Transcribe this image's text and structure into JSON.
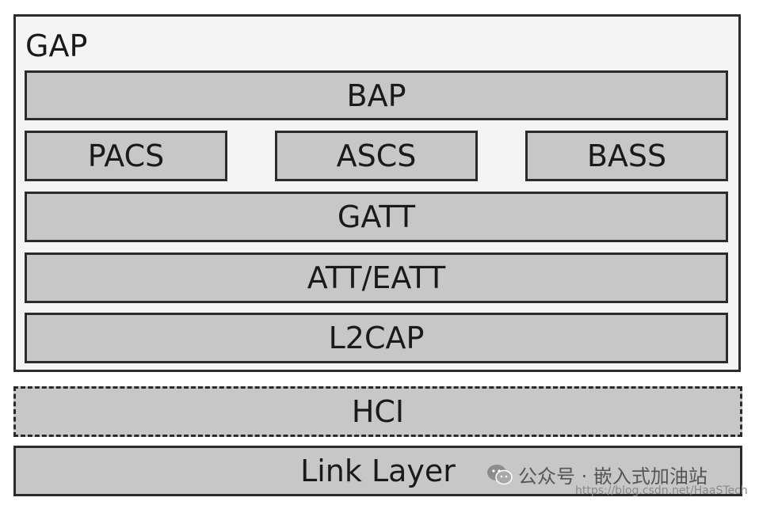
{
  "gap": {
    "label": "GAP"
  },
  "layers": {
    "bap": "BAP",
    "pacs": "PACS",
    "ascs": "ASCS",
    "bass": "BASS",
    "gatt": "GATT",
    "att": "ATT/EATT",
    "l2cap": "L2CAP",
    "hci": "HCI",
    "link_layer": "Link Layer"
  },
  "watermark": {
    "channel": "公众号 · 嵌入式加油站",
    "url": "https://blog.csdn.net/HaaSTech",
    "icon": "wechat-icon"
  },
  "colors": {
    "block_fill": "#c7c7c7",
    "frame_fill": "#f4f4f4",
    "border": "#2b2b2b"
  }
}
